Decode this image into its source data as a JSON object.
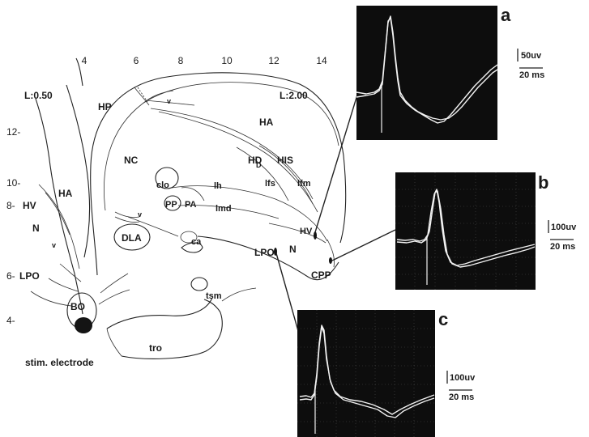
{
  "figure": {
    "x_ticks": [
      "4",
      "6",
      "8",
      "10",
      "12",
      "14"
    ],
    "y_ticks": [
      "12-",
      "10-",
      "8-",
      "6-",
      "4-"
    ],
    "lateral_left": "L:0.50",
    "lateral_right": "L:2.00",
    "regions_right": [
      "HP",
      "HA",
      "HD",
      "HIS",
      "NC",
      "clo",
      "lh",
      "lfs",
      "lfm",
      "PP",
      "PA",
      "lmd",
      "DLA",
      "ca",
      "HV",
      "LPO",
      "N",
      "CPP",
      "tsm",
      "tro",
      "v",
      "v"
    ],
    "regions_left": [
      "HA",
      "HV",
      "N",
      "v",
      "LPO",
      "BO"
    ],
    "hd_subscript": "D",
    "electrode_label": "stim. electrode"
  },
  "panels": [
    {
      "letter": "a",
      "amplitude": "50uv",
      "time": "20 ms"
    },
    {
      "letter": "b",
      "amplitude": "100uv",
      "time": "20 ms"
    },
    {
      "letter": "c",
      "amplitude": "100uv",
      "time": "20 ms"
    }
  ],
  "colors": {
    "scope_background": "#0d0d0d",
    "trace": "#f2f2f2",
    "ink": "#1a1a1a"
  }
}
